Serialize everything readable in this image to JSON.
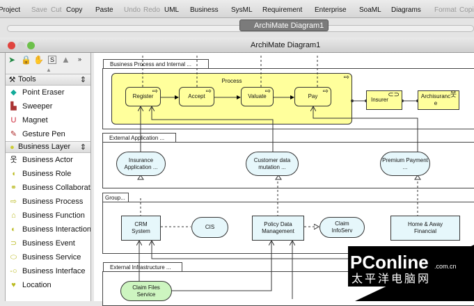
{
  "toolbar": {
    "items": [
      "Project",
      "Save",
      "Cut",
      "Copy",
      "Paste",
      "Undo",
      "Redo",
      "UML",
      "Business",
      "SysML",
      "Requirement",
      "Enterprise",
      "SoaML",
      "Diagrams",
      "Format",
      "Copi"
    ]
  },
  "tab": {
    "label": "ArchiMate Diagram1"
  },
  "window": {
    "title": "ArchiMate Diagram1"
  },
  "palette": {
    "tools_title": "Tools",
    "tools": [
      "Point Eraser",
      "Sweeper",
      "Magnet",
      "Gesture Pen"
    ],
    "layer_title": "Business Layer",
    "layer_items": [
      "Business Actor",
      "Business Role",
      "Business Collaboration",
      "Business Process",
      "Business Function",
      "Business Interaction",
      "Business Event",
      "Business Service",
      "Business Interface",
      "Location"
    ]
  },
  "diagram": {
    "groups": [
      "Business Process and Internal ...",
      "External Application ...",
      "Group...",
      "External Infrastructure ..."
    ],
    "process_title": "Process",
    "steps": [
      "Register",
      "Accept",
      "Valuate",
      "Pay"
    ],
    "insurer": "Insurer",
    "actor": "Archisurance",
    "app_services": [
      "Insurance Application ...",
      "Customer data mutation ...",
      "Premium Payment ..."
    ],
    "components": [
      "CRM System",
      "Policy Data Management",
      "Home & Away Financial"
    ],
    "interfaces": [
      "CIS",
      "Claim InfoServ"
    ],
    "infra_service": "Claim Files Service"
  },
  "watermark": {
    "brand": "PConline",
    "domain": ".com.cn",
    "cn": "太平洋电脑网"
  }
}
